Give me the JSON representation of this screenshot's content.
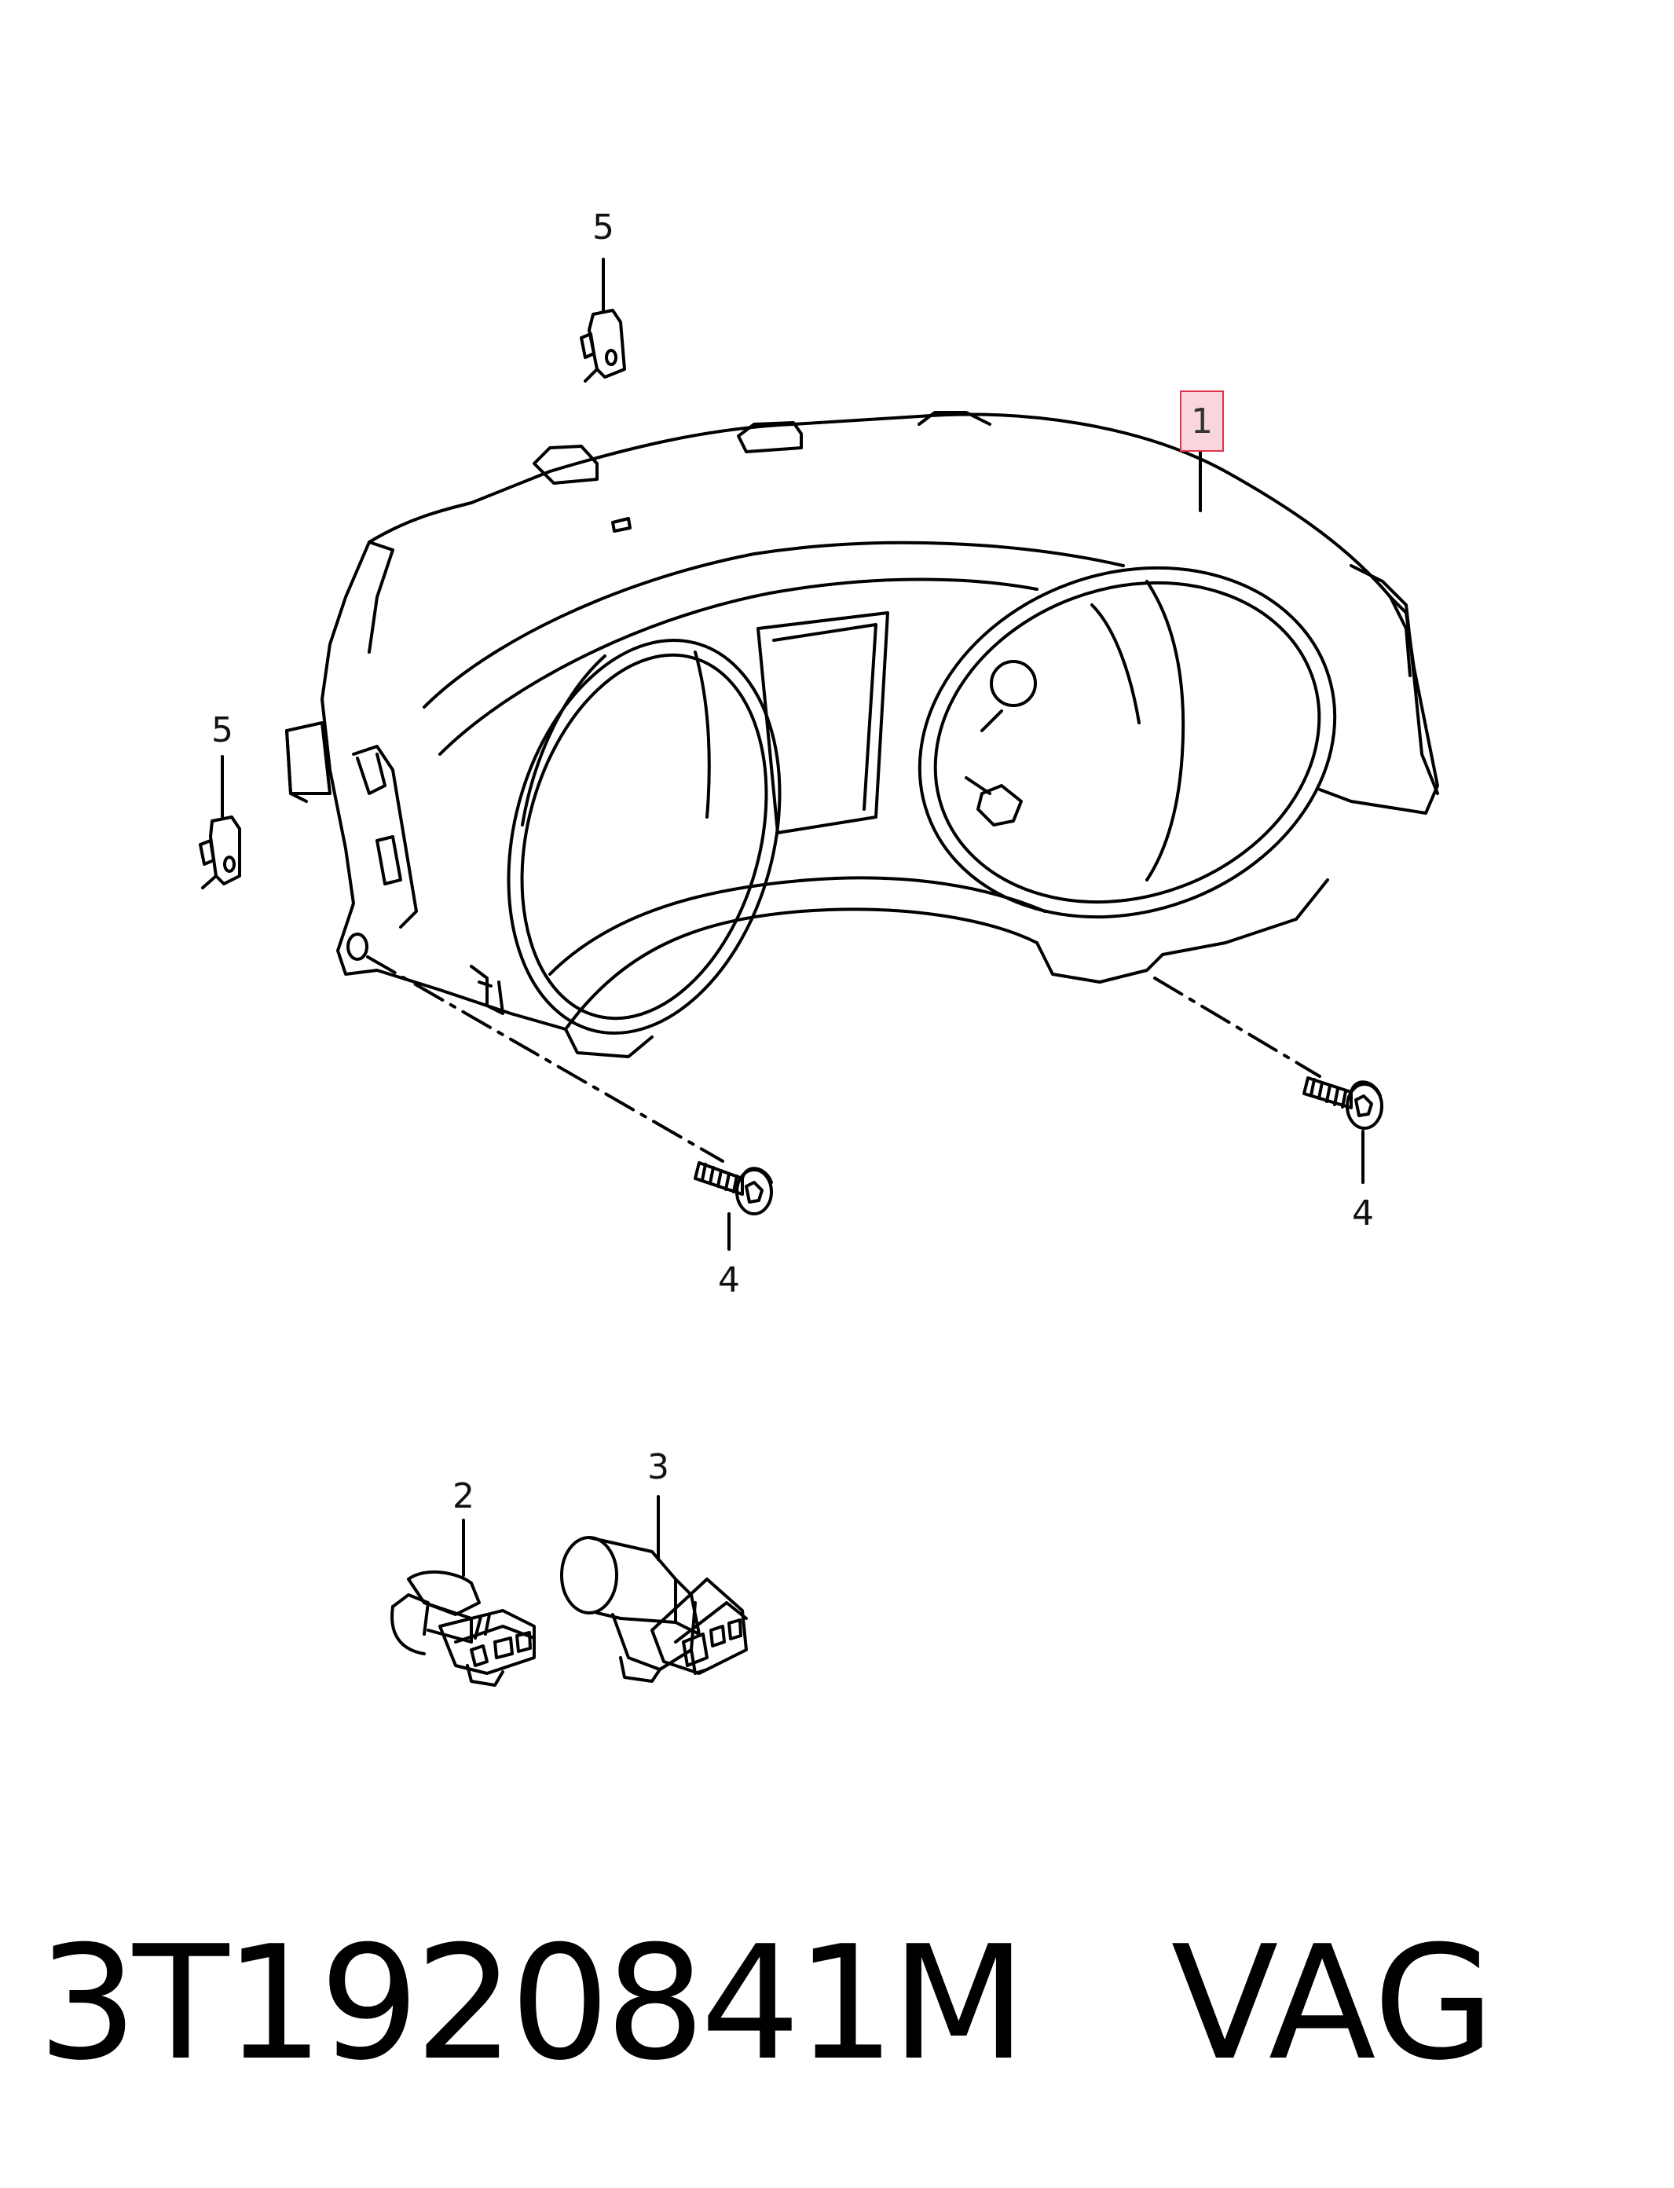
{
  "labels": {
    "p1": "1",
    "p2": "2",
    "p3": "3",
    "p4a": "4",
    "p4b": "4",
    "p5a": "5",
    "p5b": "5"
  },
  "footer": {
    "part_number": "3T1920841M",
    "brand": "VAG"
  },
  "colors": {
    "line": "#000000",
    "highlight_fill": "#f9d6dc",
    "highlight_border": "#e0334d"
  }
}
